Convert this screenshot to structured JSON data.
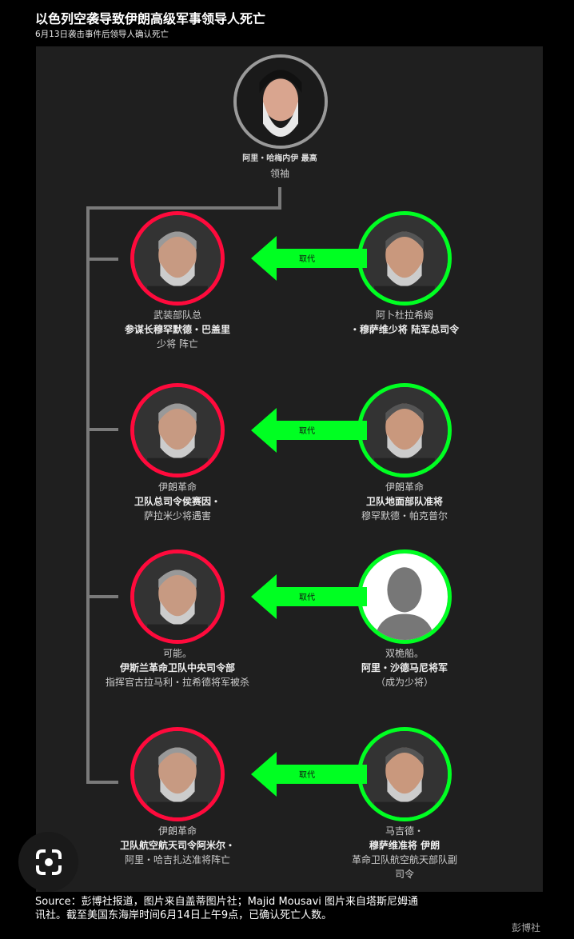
{
  "header": {
    "title": "以色列空袭导致伊朗高级军事领导人死亡",
    "subtitle": "6月13日袭击事件后领导人确认死亡"
  },
  "colors": {
    "killed": "#ff0a3c",
    "successor": "#00ff22",
    "leader": "#9a9a9a",
    "panel": "#1f1f1f"
  },
  "leader": {
    "line1": "阿里・哈梅内伊 最高",
    "line2": "领袖"
  },
  "replace_label": "取代",
  "rows": [
    {
      "killed": {
        "lines": [
          "武装部队总",
          "参谋长穆罕默德・巴盖里",
          "少将 阵亡"
        ]
      },
      "successor": {
        "lines": [
          "阿卜杜拉希姆",
          "・穆萨维少将 陆军总司令"
        ]
      }
    },
    {
      "killed": {
        "lines": [
          "伊朗革命",
          "卫队总司令侯赛因・",
          "萨拉米少将遇害"
        ]
      },
      "successor": {
        "lines": [
          "伊朗革命",
          "卫队地面部队准将",
          "穆罕默德・帕克普尔"
        ]
      }
    },
    {
      "killed": {
        "lines": [
          "可能。",
          "伊斯兰革命卫队中央司令部",
          "指挥官古拉马利・拉希德将军被杀"
        ]
      },
      "successor": {
        "lines": [
          "双桅船。",
          "阿里・沙德马尼将军",
          "（成为少将）"
        ]
      }
    },
    {
      "killed": {
        "lines": [
          "伊朗革命",
          "卫队航空航天司令阿米尔・",
          "阿里・哈吉扎达准将阵亡"
        ]
      },
      "successor": {
        "lines": [
          "马吉德・",
          "穆萨维准将 伊朗",
          "革命卫队航空航天部队副",
          "司令"
        ]
      }
    }
  ],
  "footer": {
    "source": "Source：彭博社报道，图片来自盖蒂图片社；Majid Mousavi 图片来自塔斯尼姆通讯社。截至美国东海岸时间6月14日上午9点，已确认死亡人数。",
    "brand": "彭博社"
  },
  "icons": {
    "lens": "google-lens-icon",
    "silhouette": "person-silhouette-icon"
  }
}
